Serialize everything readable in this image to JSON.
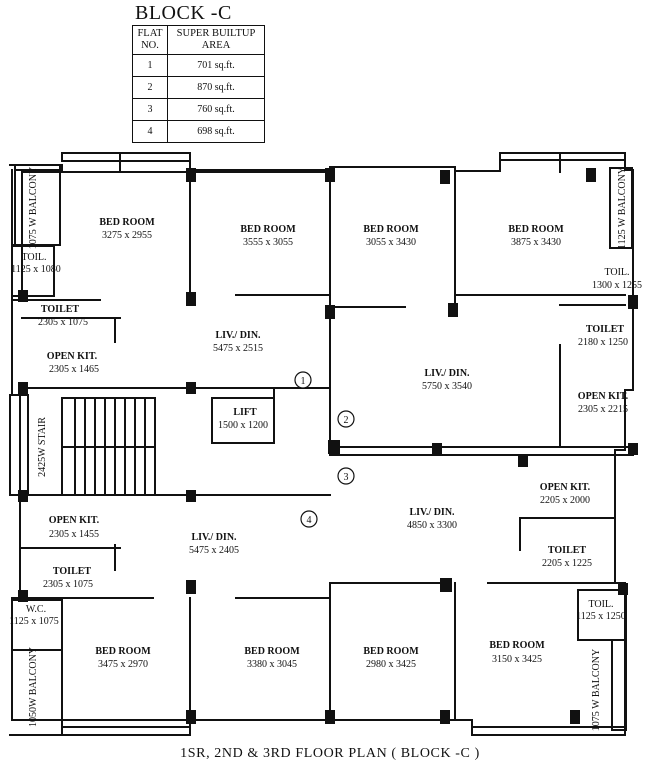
{
  "block_title": "BLOCK -C",
  "table": {
    "headers": [
      "FLAT NO.",
      "SUPER BUILTUP AREA"
    ],
    "rows": [
      {
        "flat": "1",
        "area": "701 sq.ft."
      },
      {
        "flat": "2",
        "area": "870 sq.ft."
      },
      {
        "flat": "3",
        "area": "760 sq.ft."
      },
      {
        "flat": "4",
        "area": "698 sq.ft."
      }
    ]
  },
  "rooms": {
    "f1_bed1": {
      "name": "BED ROOM",
      "size": "3275 x 2955"
    },
    "f1_balcony": {
      "name": "1075 W BALCONY"
    },
    "f1_toil": {
      "name": "TOIL.",
      "size": "1125 x 1080"
    },
    "f1_bed2": {
      "name": "BED ROOM",
      "size": "3555 x 3055"
    },
    "f1_toilet": {
      "name": "TOILET",
      "size": "2305 x 1075"
    },
    "f1_openkit": {
      "name": "OPEN KIT.",
      "size": "2305 x 1465"
    },
    "f1_livdin": {
      "name": "LIV./ DIN.",
      "size": "5475 x 2515"
    },
    "f2_bed1": {
      "name": "BED ROOM",
      "size": "3055 x 3430"
    },
    "f2_bed2": {
      "name": "BED ROOM",
      "size": "3875 x 3430"
    },
    "f2_balcony": {
      "name": "1125 W BALCONY"
    },
    "f2_toil": {
      "name": "TOIL.",
      "size": "1300 x 1255"
    },
    "f2_toilet": {
      "name": "TOILET",
      "size": "2180 x 1250"
    },
    "f2_livdin": {
      "name": "LIV./ DIN.",
      "size": "5750 x 3540"
    },
    "f2_openkit": {
      "name": "OPEN KIT.",
      "size": "2305 x 2215"
    },
    "lift": {
      "name": "LIFT",
      "size": "1500 x 1200"
    },
    "stair": {
      "name": "2425W STAIR"
    },
    "f3_livdin": {
      "name": "LIV./ DIN.",
      "size": "4850 x 3300"
    },
    "f3_openkit": {
      "name": "OPEN KIT.",
      "size": "2205 x 2000"
    },
    "f3_toilet": {
      "name": "TOILET",
      "size": "2205 x 1225"
    },
    "f3_toil": {
      "name": "TOIL.",
      "size": "1125 x 1250"
    },
    "f3_bed1": {
      "name": "BED ROOM",
      "size": "2980 x 3425"
    },
    "f3_bed2": {
      "name": "BED ROOM",
      "size": "3150 x 3425"
    },
    "f3_balcony": {
      "name": "1075 W BALCONY"
    },
    "f4_openkit": {
      "name": "OPEN KIT.",
      "size": "2305 x 1455"
    },
    "f4_livdin": {
      "name": "LIV./ DIN.",
      "size": "5475 x 2405"
    },
    "f4_toilet": {
      "name": "TOILET",
      "size": "2305 x 1075"
    },
    "f4_wc": {
      "name": "W.C.",
      "size": "1125 x 1075"
    },
    "f4_bed1": {
      "name": "BED ROOM",
      "size": "3475 x 2970"
    },
    "f4_bed2": {
      "name": "BED ROOM",
      "size": "3380 x 3045"
    },
    "f4_balcony": {
      "name": "1050W BALCONY"
    }
  },
  "flat_markers": [
    "1",
    "2",
    "3",
    "4"
  ],
  "caption": "1SR, 2ND & 3RD  FLOOR  PLAN  ( BLOCK -C )"
}
